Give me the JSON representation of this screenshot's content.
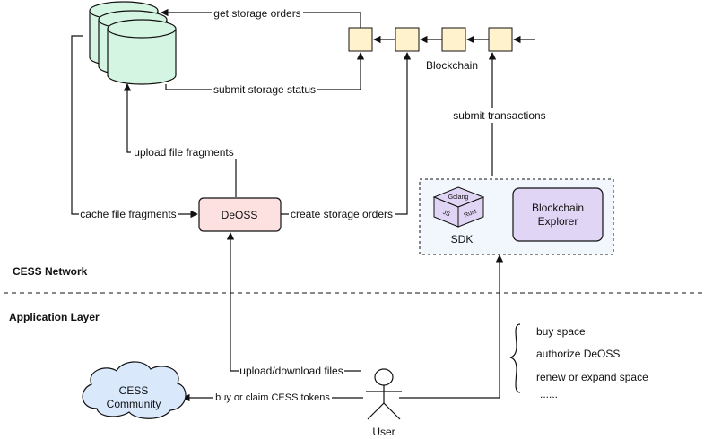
{
  "storage": {
    "icon": "database-cylinders-icon"
  },
  "edges": {
    "get_orders": "get storage orders",
    "submit_status": "submit storage status",
    "upload_fragments": "upload file fragments",
    "cache_fragments": "cache file fragments",
    "create_orders": "create storage orders",
    "submit_tx": "submit transactions",
    "upload_download": "upload/download files",
    "buy_tokens": "buy or claim CESS tokens"
  },
  "blockchain": {
    "label": "Blockchain",
    "blocks": 4
  },
  "deoss": {
    "label": "DeOSS",
    "color": "#fde0e0"
  },
  "sdk": {
    "label": "SDK",
    "langs": [
      "Golang",
      "JS",
      "Rust"
    ],
    "explorer_line1": "Blockchain",
    "explorer_line2": "Explorer",
    "explorer_color": "#e1d5f5"
  },
  "sections": {
    "network": "CESS Network",
    "application": "Application Layer"
  },
  "community": {
    "line1": "CESS",
    "line2": "Community",
    "color": "#dae8fc"
  },
  "user": {
    "label": "User"
  },
  "actions": [
    "buy space",
    "authorize DeOSS",
    "renew or expand space",
    "......"
  ]
}
